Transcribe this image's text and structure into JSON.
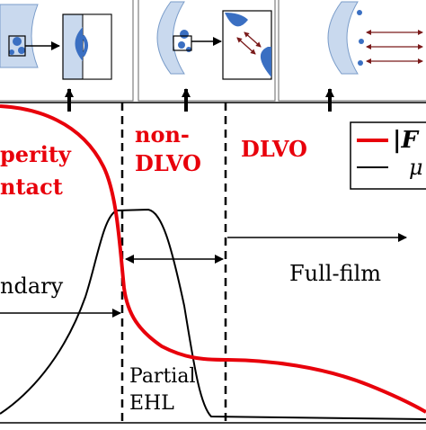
{
  "regions": {
    "asperity_line1": "perity",
    "asperity_line2": "ntact",
    "nondlvo_line1": "non-",
    "nondlvo_line2": "DLVO",
    "dlvo": "DLVO",
    "boundary": "ndary",
    "full_film": "Full-film",
    "partial_line1": "Partial",
    "partial_line2": "EHL"
  },
  "legend": {
    "entries": [
      {
        "label": "|F",
        "color": "#e8000b"
      },
      {
        "label": "μ",
        "color": "#000000"
      }
    ]
  },
  "colors": {
    "friction_curve": "#e8000b",
    "mu_curve": "#000000",
    "panel_fill": "#c9d9ee",
    "particle_fill": "#3a6fc2",
    "arrow_dark": "#7a1a1a"
  },
  "icons": [
    "up-arrow-icon",
    "double-arrow-icon",
    "right-arrow-icon"
  ]
}
